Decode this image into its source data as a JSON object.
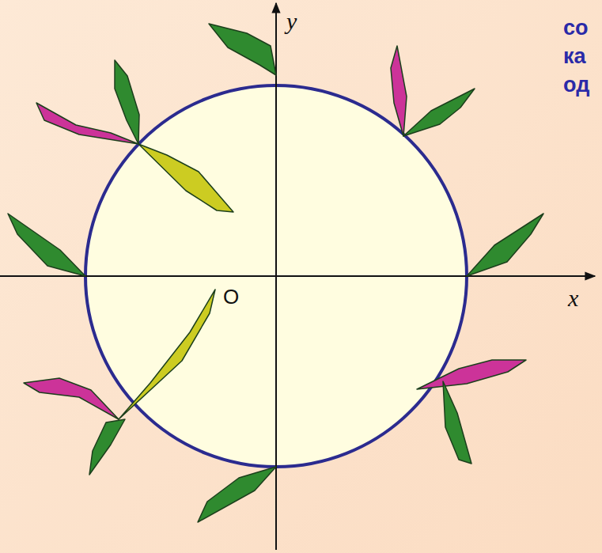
{
  "diagram": {
    "labels": [
      "y",
      "O",
      "x",
      "со",
      "ка",
      "од"
    ]
  }
}
